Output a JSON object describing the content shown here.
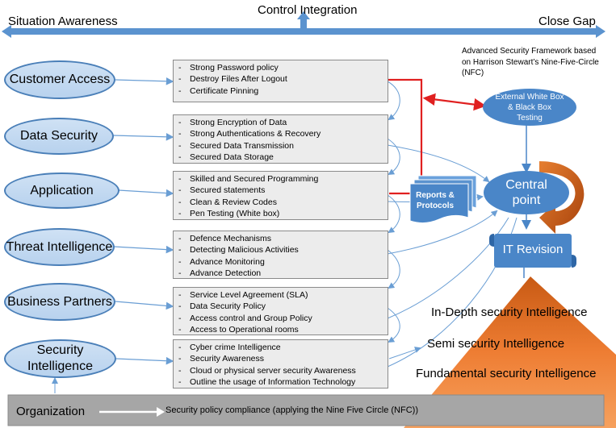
{
  "top_bar": {
    "left_label": "Situation Awareness",
    "center_label": "Control Integration",
    "right_label": "Close Gap"
  },
  "pillars": [
    {
      "label": "Customer Access",
      "items": [
        "Strong Password policy",
        "Destroy Files After Logout",
        "Certificate Pinning"
      ]
    },
    {
      "label": "Data Security",
      "items": [
        "Strong Encryption of Data",
        "Strong Authentications  & Recovery",
        "Secured Data Transmission",
        "Secured Data Storage"
      ]
    },
    {
      "label": "Application",
      "items": [
        "Skilled and Secured Programming",
        "Secured statements",
        "Clean & Review Codes",
        "Pen Testing (White box)"
      ]
    },
    {
      "label": "Threat Intelligence",
      "items": [
        "Defence Mechanisms",
        "Detecting Malicious Activities",
        "Advance Monitoring",
        "Advance Detection"
      ]
    },
    {
      "label": "Business Partners",
      "items": [
        "Service Level Agreement (SLA)",
        "Data Security Policy",
        "Access control and Group Policy",
        "Access to Operational rooms"
      ]
    },
    {
      "label": "Security Intelligence",
      "items": [
        "Cyber crime Intelligence",
        "Security Awareness",
        "Cloud or physical server security Awareness",
        "Outline the usage of Information Technology"
      ]
    }
  ],
  "framework_note": "Advanced Security Framework based on Harrison Stewart’s Nine-Five-Circle (NFC)",
  "external_testing": "External White Box & Black Box Testing",
  "central_point": "Central point",
  "reports": "Reports & Protocols",
  "it_revision": "IT Revision",
  "pyramid": {
    "top": "In-Depth security Intelligence",
    "middle": "Semi security Intelligence",
    "bottom": "Fundamental security Intelligence"
  },
  "organization": {
    "label": "Organization",
    "policy": "Security policy compliance (applying the Nine Five Circle (NFC))"
  },
  "colors": {
    "oval_border": "#4a7fb8",
    "oval_fill": "#c4d9f1",
    "accent_blue": "#4a86c8",
    "red_link": "#e02020",
    "pyramid_orange": "#e8732a",
    "organization_bar": "#a6a6a6"
  }
}
